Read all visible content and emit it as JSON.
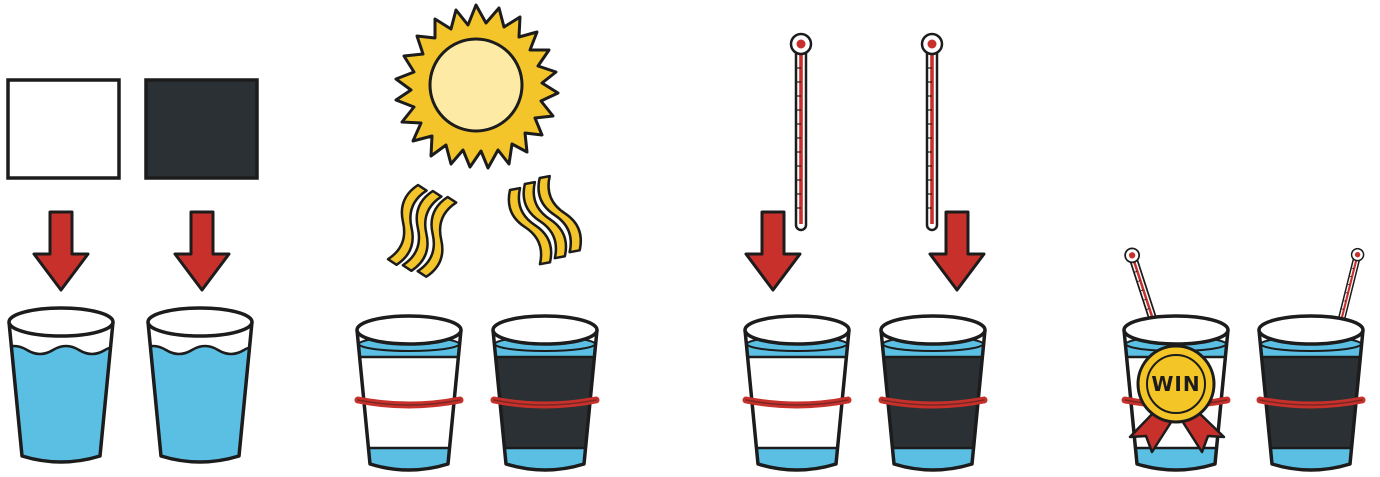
{
  "colors": {
    "outline": "#1c1c1c",
    "water": "#5bbfe3",
    "dark_sleeve": "#2a3033",
    "rubber_band": "#c8312b",
    "arrow": "#c8312b",
    "sun_rays": "#f3c52b",
    "sun_core": "#fdeba5",
    "medal": "#f4c526",
    "ribbon": "#c8312b",
    "background": "#ffffff"
  },
  "icons": [
    "white-square-icon",
    "black-square-icon",
    "down-arrow-icon",
    "sun-icon",
    "heat-wave-icon",
    "thermometer-icon",
    "glass-icon",
    "medal-icon"
  ],
  "medal": {
    "label": "WIN"
  },
  "steps": [
    {
      "step": 1,
      "sleeves": [
        "white",
        "black"
      ],
      "water_level_fraction": 0.8
    },
    {
      "step": 2,
      "sleeves": [
        "white",
        "black"
      ],
      "heat_source": "sun"
    },
    {
      "step": 3,
      "sleeves": [
        "white",
        "black"
      ],
      "instrument": "thermometer"
    },
    {
      "step": 4,
      "sleeves": [
        "white",
        "black"
      ],
      "winner": "white"
    }
  ]
}
